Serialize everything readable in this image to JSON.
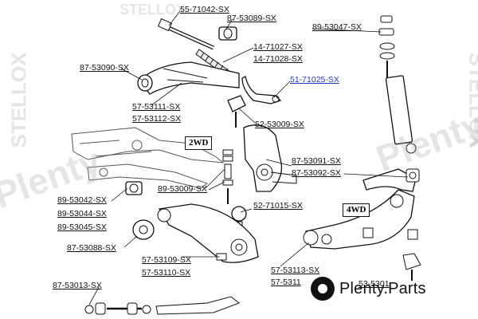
{
  "labels": {
    "p55_71042": "55-71042-SX",
    "p87_53089": "87-53089-SX",
    "p89_53047": "89-53047-SX",
    "p14_71027": "14-71027-SX",
    "p14_71028": "14-71028-SX",
    "p87_53090": "87-53090-SX",
    "p51_71025": "51-71025-SX",
    "p57_53111": "57-53111-SX",
    "p57_53112": "57-53112-SX",
    "p52_53009": "52-53009-SX",
    "p87_53091": "87-53091-SX",
    "p87_53092": "87-53092-SX",
    "p89_53009": "89-53009-SX",
    "p89_53042": "89-53042-SX",
    "p89_53044": "89-53044-SX",
    "p89_53045": "89-53045-SX",
    "p52_71015": "52-71015-SX",
    "p87_53088": "87-53088-SX",
    "p57_53109": "57-53109-SX",
    "p57_53110": "57-53110-SX",
    "p57_53113": "57-53113-SX",
    "p57_53114": "57-5311",
    "p52_53010": "53-5301",
    "p87_53013": "87-53013-SX"
  },
  "tags": {
    "two_wd": "2WD",
    "four_wd": "4WD"
  },
  "watermarks": {
    "stellox": "STELLOX",
    "plenty": "Plenty"
  },
  "logo": {
    "brand": "Plenty",
    "suffix": ".Parts"
  },
  "colors": {
    "highlight": "#1f3cc8",
    "ink": "#111111",
    "watermark": "#a0a0a0"
  }
}
